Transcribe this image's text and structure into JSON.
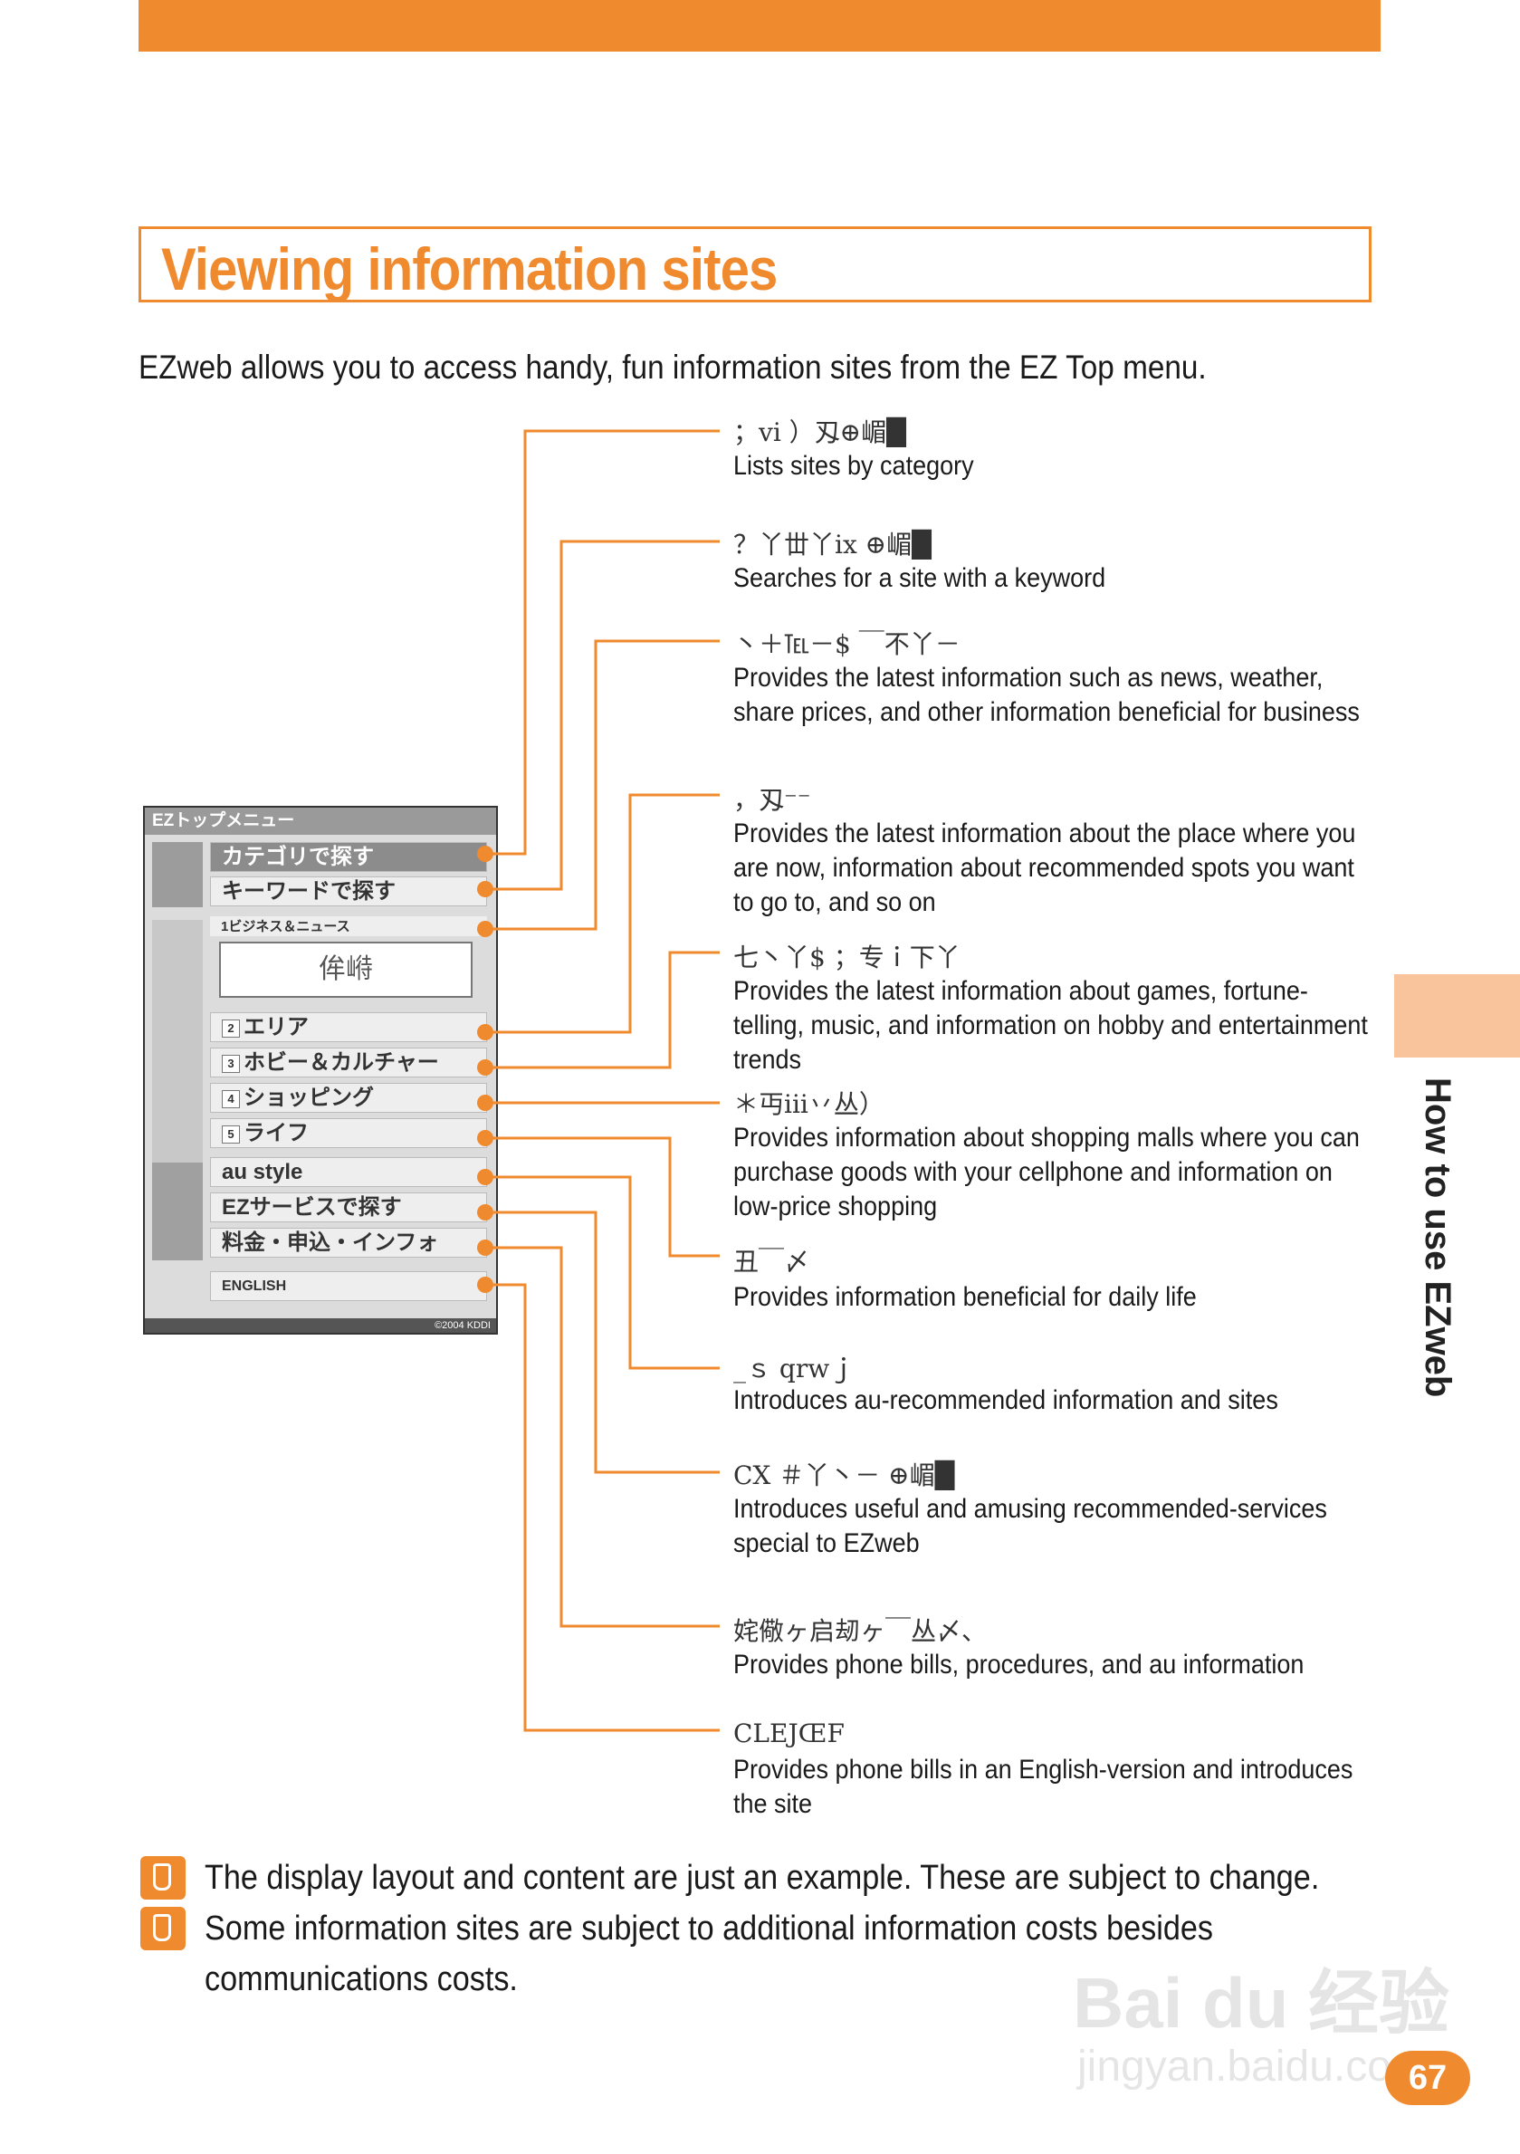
{
  "header": {
    "title": "Viewing information sites"
  },
  "intro": "EZweb allows you to access handy, fun information sites from the EZ Top menu.",
  "phone": {
    "header": "EZトップメニュー",
    "footer": "©2004 KDDI",
    "items": [
      {
        "label": "カテゴリで探す",
        "highlighted": true
      },
      {
        "label": "キーワードで探す"
      },
      {
        "num": "1",
        "label": "ビジネス＆ニュース"
      },
      {
        "num": "2",
        "label": "エリア"
      },
      {
        "num": "3",
        "label": "ホビー＆カルチャー"
      },
      {
        "num": "4",
        "label": "ショッピング"
      },
      {
        "num": "5",
        "label": "ライフ"
      },
      {
        "label": "au style"
      },
      {
        "label": "EZサービスで探す"
      },
      {
        "label": "料金・申込・インフォ"
      },
      {
        "label": "ENGLISH"
      }
    ],
    "ad_box": "侔崻"
  },
  "callouts": [
    {
      "label": "；vi ）刄⊕嵋█",
      "desc": "Lists sites by category"
    },
    {
      "label": "？丫丗丫ix ⊕嵋█",
      "desc": "Searches for a site with a keyword"
    },
    {
      "label": "丶＋℡－$ ￣不丫－",
      "desc": "Provides the latest information such as news, weather, share prices, and other information beneficial for business"
    },
    {
      "label": "，刄⁻⁻",
      "desc": "Provides the latest information about the place where you are now, information about recommended spots you want to go to, and so on"
    },
    {
      "label": "七丶丫$ ；专ｉ下丫",
      "desc": "Provides the latest information about games, fortune-telling, music, and information on hobby and entertainment trends"
    },
    {
      "label": "＊丏iii丷丛）",
      "desc": "Provides information about shopping malls where you can purchase goods with your cellphone and information on low-price shopping"
    },
    {
      "label": "丑￣〆",
      "desc": "Provides information beneficial for daily life"
    },
    {
      "label": "_ｓ qrwｊ",
      "desc": "Introduces au-recommended information and sites"
    },
    {
      "label": "CX ＃丫丶－ ⊕嵋█",
      "desc": "Introduces useful and amusing recommended-services special to EZweb"
    },
    {
      "label": "姹儆ヶ启刼ヶ￣丛〆、",
      "desc": "Provides phone bills, procedures, and au information"
    },
    {
      "label": "CLEJŒF",
      "desc": "Provides phone bills in an English-version and introduces the site"
    }
  ],
  "side_tab": "How to use EZweb",
  "notes": [
    "The display layout and content are just an example. These are subject to change.",
    "Some information sites are subject to additional information costs besides communications costs."
  ],
  "page_number": "67",
  "watermark": {
    "brand": "Bai du 经验",
    "url": "jingyan.baidu.com"
  },
  "colors": {
    "accent": "#f08a2e",
    "side_tab": "#f9c49b"
  }
}
